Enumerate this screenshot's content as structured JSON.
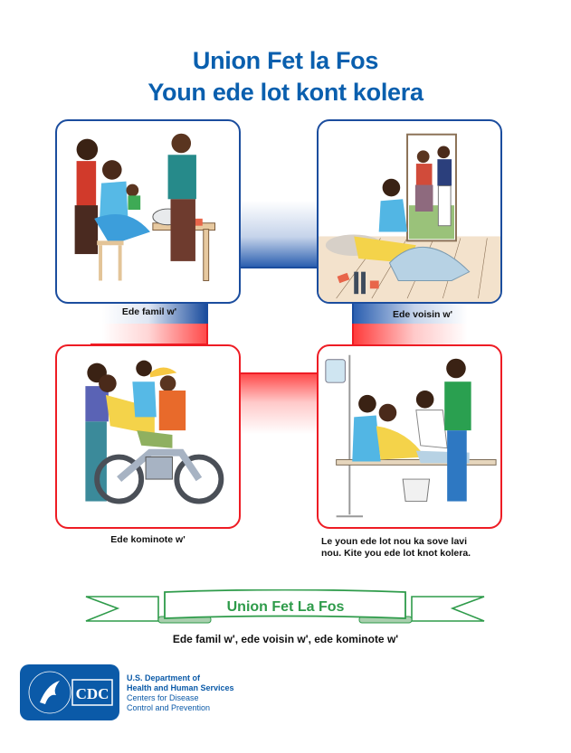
{
  "title": {
    "line1": "Union Fet la Fos",
    "line2": "Youn ede lot kont kolera"
  },
  "panels": [
    {
      "id": "family",
      "caption": "Ede famil w'",
      "border_color": "#1b4d9e",
      "illustration": "family-preparing-ors-scene"
    },
    {
      "id": "neighbor",
      "caption": "Ede voisin w'",
      "border_color": "#1b4d9e",
      "illustration": "neighbors-visiting-sick-woman-scene"
    },
    {
      "id": "community",
      "caption": "Ede kominote w'",
      "border_color": "#ee1c24",
      "illustration": "community-motorcycle-transport-scene"
    },
    {
      "id": "clinic",
      "caption_line1": "Le youn ede lot nou ka sove lavi",
      "caption_line2": "nou.  Kite you ede lot knot kolera.",
      "border_color": "#ee1c24",
      "illustration": "clinic-treatment-iv-scene"
    }
  ],
  "banner": {
    "label": "Union Fet La Fos",
    "subtitle": "Ede famil w', ede voisin w', ede kominote w'",
    "color": "#2e9b4a"
  },
  "footer": {
    "logo_text": "CDC",
    "org_line1": "U.S. Department of",
    "org_line2": "Health and Human Services",
    "org_line3": "Centers for Disease",
    "org_line4": "Control and Prevention"
  },
  "colors": {
    "title": "#0a5fae",
    "blue_connector": "#1b4d9e",
    "red_connector": "#ee1c24"
  }
}
